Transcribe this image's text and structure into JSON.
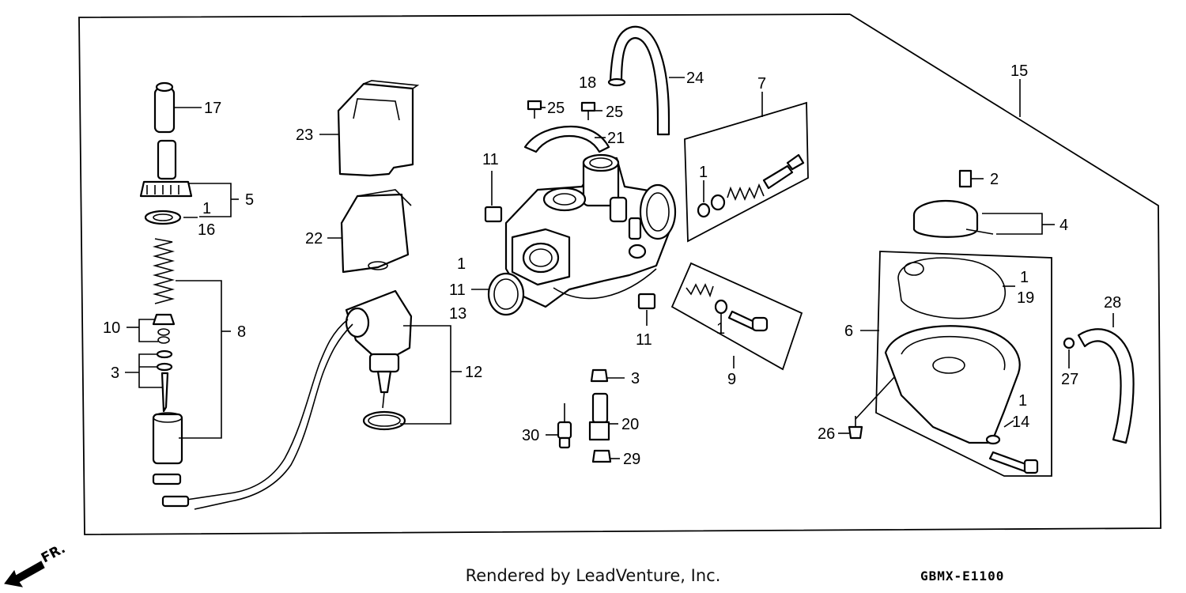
{
  "diagram": {
    "callouts": [
      "17",
      "5",
      "1",
      "16",
      "10",
      "3",
      "8",
      "23",
      "22",
      "12",
      "25",
      "25",
      "18",
      "24",
      "21",
      "11",
      "1",
      "11",
      "13",
      "11",
      "3",
      "20",
      "30",
      "29",
      "7",
      "1",
      "1",
      "9",
      "15",
      "2",
      "4",
      "1",
      "19",
      "6",
      "27",
      "28",
      "26",
      "14",
      "1"
    ],
    "direction_marker": "FR.",
    "credit": "Rendered by LeadVenture, Inc.",
    "diagram_code": "GBMX-E1100"
  }
}
